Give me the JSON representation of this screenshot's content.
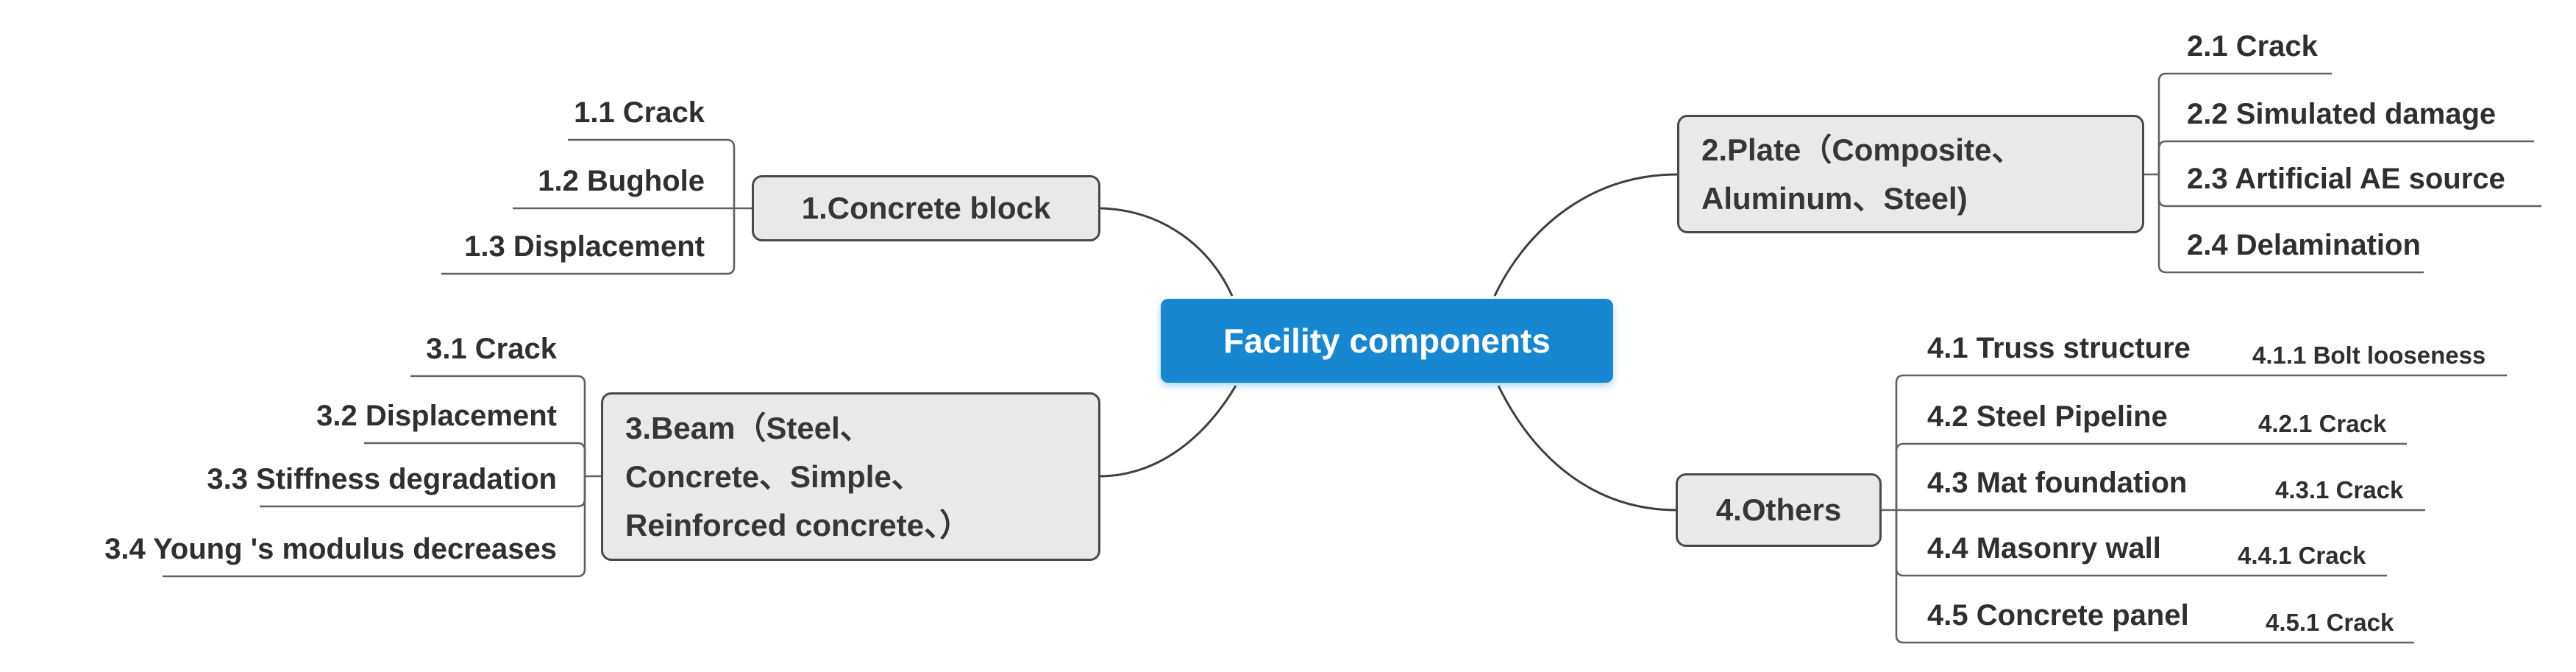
{
  "central_topic": {
    "label": "Facility components"
  },
  "colors": {
    "central_bg": "#1787d1",
    "central_text": "#ffffff",
    "branch_bg": "#e9e9e9",
    "branch_border": "#494949",
    "topic_text": "#2f2f2f",
    "connector_line": "#616161",
    "background": "#ffffff"
  },
  "branches": [
    {
      "label": "1.Concrete block",
      "children": [
        {
          "label": "1.1 Crack"
        },
        {
          "label": "1.2 Bughole"
        },
        {
          "label": "1.3 Displacement"
        }
      ]
    },
    {
      "label": "2.Plate（Composite、Aluminum、Steel)",
      "label_lines": [
        "2.Plate（Composite、",
        "Aluminum、Steel)"
      ],
      "children": [
        {
          "label": "2.1 Crack"
        },
        {
          "label": "2.2 Simulated damage"
        },
        {
          "label": "2.3 Artificial AE source"
        },
        {
          "label": "2.4 Delamination"
        }
      ]
    },
    {
      "label": "3.Beam（Steel、Concrete、Simple、Reinforced concrete、）",
      "label_lines": [
        "3.Beam（Steel、",
        "Concrete、Simple、",
        "Reinforced concrete、）"
      ],
      "children": [
        {
          "label": "3.1 Crack"
        },
        {
          "label": "3.2 Displacement"
        },
        {
          "label": "3.3 Stiffness degradation"
        },
        {
          "label": "3.4 Young 's modulus decreases"
        }
      ]
    },
    {
      "label": "4.Others",
      "children": [
        {
          "label": "4.1 Truss structure",
          "children": [
            {
              "label": "4.1.1 Bolt looseness"
            }
          ]
        },
        {
          "label": "4.2 Steel Pipeline",
          "children": [
            {
              "label": "4.2.1 Crack"
            }
          ]
        },
        {
          "label": "4.3 Mat foundation",
          "children": [
            {
              "label": "4.3.1 Crack"
            }
          ]
        },
        {
          "label": "4.4 Masonry wall",
          "children": [
            {
              "label": "4.4.1 Crack"
            }
          ]
        },
        {
          "label": "4.5 Concrete panel",
          "children": [
            {
              "label": "4.5.1 Crack"
            }
          ]
        }
      ]
    }
  ]
}
